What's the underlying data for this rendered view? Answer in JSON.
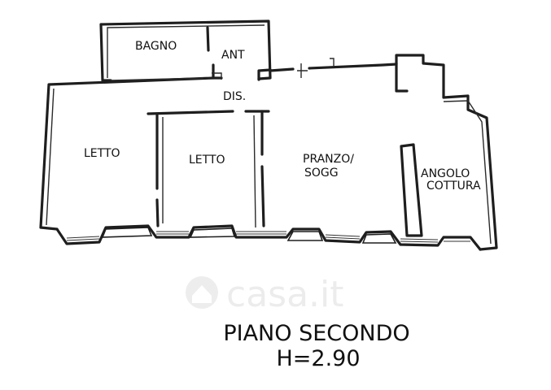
{
  "rooms": {
    "bagno": "BAGNO",
    "ant": "ANT",
    "dis": "DIS.",
    "letto_1": "LETTO",
    "letto_2": "LETTO",
    "pranzo_line1": "PRANZO/",
    "pranzo_line2": "SOGG",
    "angolo_line1": "ANGOLO",
    "angolo_line2": "COTTURA"
  },
  "caption": {
    "floor": "PIANO SECONDO",
    "height": "H=2.90"
  },
  "watermark": {
    "text": "casa.it",
    "icon": "house-icon"
  }
}
